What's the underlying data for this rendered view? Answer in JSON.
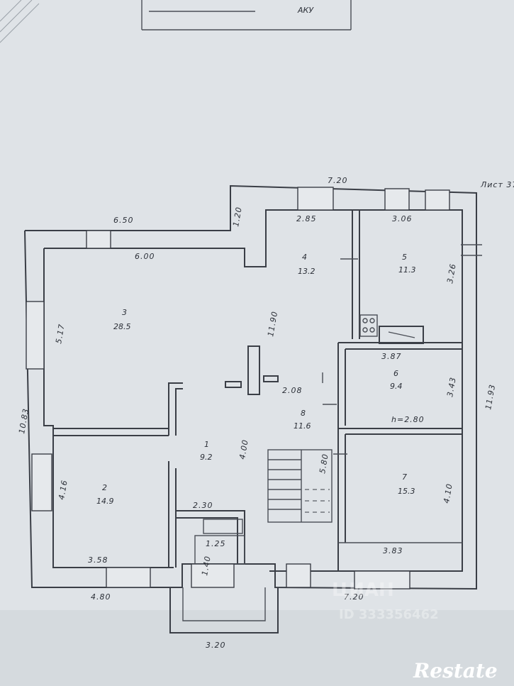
{
  "header": {
    "stamp_text": "АКУ"
  },
  "corner_note": "Лист 37.",
  "dimensions": {
    "top_right": "7.20",
    "top_left": "6.50",
    "step_height": "1.20",
    "room3_width": "6.00",
    "room4_width": "2.85",
    "room5_width": "3.06",
    "room3_depth": "5.17",
    "center_wall": "11.90",
    "room5_depth": "3.26",
    "right_total": "11.93",
    "room6_width": "3.87",
    "hall_width": "2.08",
    "room6_depth": "3.43",
    "left_total": "10.83",
    "hall1_depth": "4.00",
    "stair_depth": "5.80",
    "room2_depth": "4.16",
    "room7_depth": "4.10",
    "wc_width": "2.30",
    "vestibule_inner": "1.25",
    "vestibule_depth": "1.40",
    "room2_width": "3.58",
    "room7_width": "3.83",
    "bottom_left": "4.80",
    "bottom_right": "7.20",
    "porch_width": "3.20",
    "ceiling_height": "h=2.80"
  },
  "rooms": [
    {
      "num": "1",
      "area": "9.2"
    },
    {
      "num": "2",
      "area": "14.9"
    },
    {
      "num": "3",
      "area": "28.5"
    },
    {
      "num": "4",
      "area": "13.2"
    },
    {
      "num": "5",
      "area": "11.3"
    },
    {
      "num": "6",
      "area": "9.4"
    },
    {
      "num": "7",
      "area": "15.3"
    },
    {
      "num": "8",
      "area": "11.6"
    }
  ],
  "watermark": {
    "brand": "ЦИАН",
    "id": "ID 333356462"
  },
  "logo": "Restate"
}
